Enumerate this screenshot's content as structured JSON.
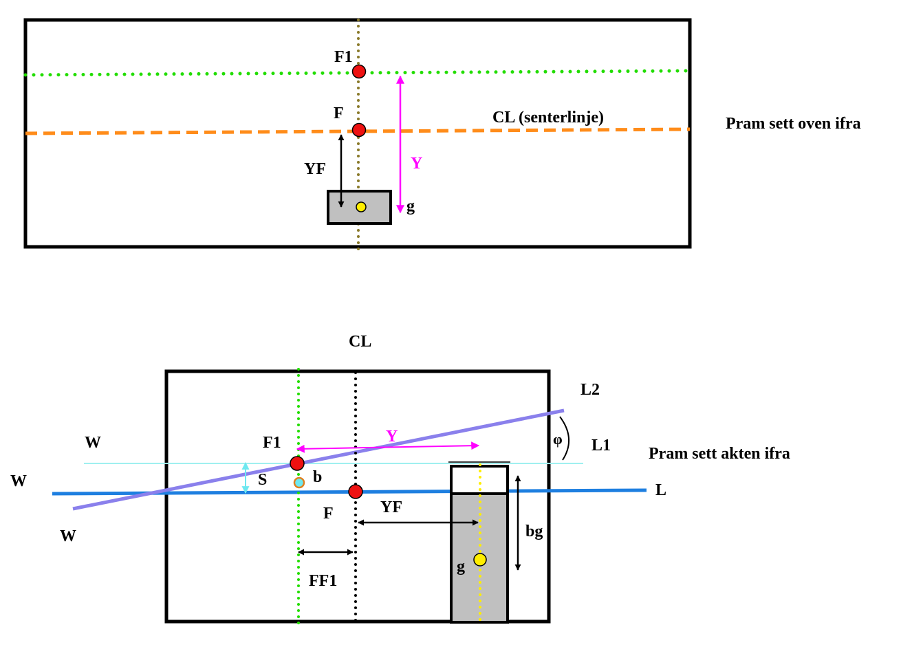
{
  "top_view": {
    "title": "Pram sett oven ifra",
    "labels": {
      "f1": "F1",
      "f": "F",
      "cl": "CL (senterlinje)",
      "yf": "YF",
      "y": "Y",
      "g": "g"
    }
  },
  "aft_view": {
    "title": "Pram sett akten ifra",
    "labels": {
      "cl": "CL",
      "l2": "L2",
      "l1": "L1",
      "l": "L",
      "w_upper": "W",
      "w_mid": "W",
      "w_lower": "W",
      "f1": "F1",
      "y": "Y",
      "s": "S",
      "b": "b",
      "f": "F",
      "yf": "YF",
      "bg": "bg",
      "g": "g",
      "ff1": "FF1",
      "phi": "φ"
    }
  },
  "colors": {
    "outline": "#000000",
    "green_dots": "#22dd00",
    "orange_dashes": "#ff8c1a",
    "olive_dots": "#8a7a2a",
    "magenta": "#ff00ff",
    "blue_line": "#1e7fe0",
    "purple_line": "#8a80ec",
    "cyan_line": "#9ff0f0",
    "cyan_arrow": "#6ee8f0",
    "point_red": "#ee1111",
    "point_yellow": "#ffee00",
    "block_gray": "#c0c0c0"
  }
}
